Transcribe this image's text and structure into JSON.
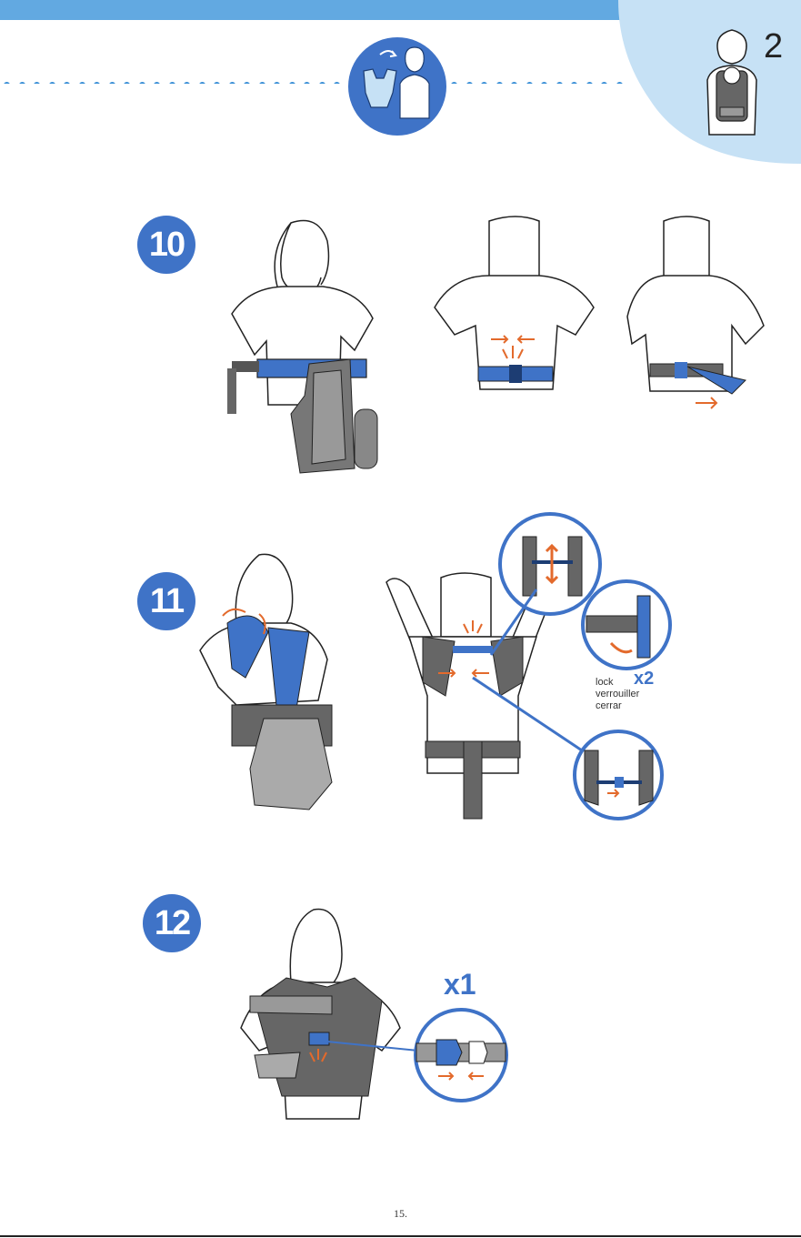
{
  "header": {
    "mode_number": "2",
    "colors": {
      "bar": "#62a9e1",
      "corner": "#c6e1f5",
      "accent_blue": "#3f73c7",
      "arrow_orange": "#e36a2c"
    },
    "mode_icon": "carrier-to-person-icon"
  },
  "steps": [
    {
      "number": "10"
    },
    {
      "number": "11"
    },
    {
      "number": "12"
    }
  ],
  "step11": {
    "lock_label": [
      "lock",
      "verrouiller",
      "cerrar"
    ],
    "repeat": "x2"
  },
  "step12": {
    "repeat": "x1"
  },
  "footer": {
    "page_number": "15."
  }
}
